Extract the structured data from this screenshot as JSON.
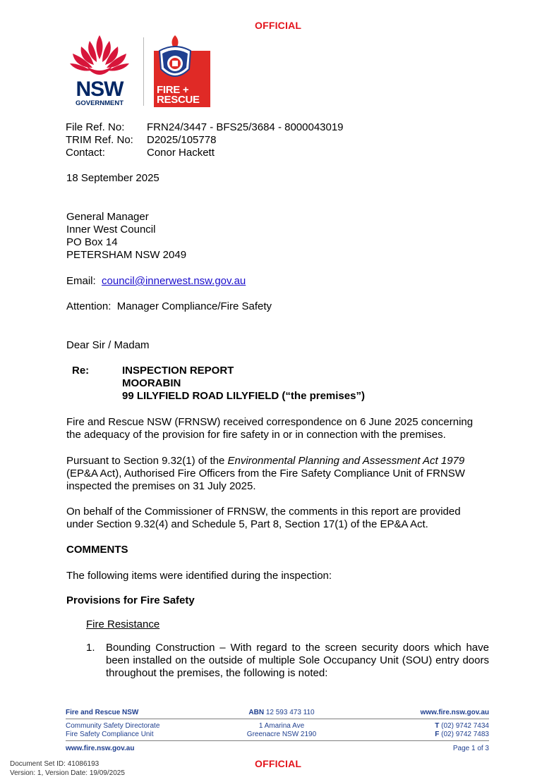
{
  "header": {
    "classification": "OFFICIAL",
    "logos": {
      "nsw_government": {
        "word": "NSW",
        "sub": "GOVERNMENT"
      },
      "fire_rescue": {
        "line1": "FIRE +",
        "line2": "RESCUE"
      }
    }
  },
  "references": [
    {
      "label": "File Ref. No:",
      "value": "FRN24/3447 - BFS25/3684 - 8000043019"
    },
    {
      "label": "TRIM Ref. No:",
      "value": "D2025/105778"
    },
    {
      "label": "Contact:",
      "value": "Conor Hackett"
    }
  ],
  "date": "18 September 2025",
  "recipient": {
    "lines": [
      "General Manager",
      "Inner West Council",
      "PO Box 14",
      "PETERSHAM NSW 2049"
    ],
    "email_label": "Email:",
    "email": "council@innerwest.nsw.gov.au",
    "attention_label": "Attention:",
    "attention": "Manager Compliance/Fire Safety"
  },
  "salutation": "Dear Sir / Madam",
  "re": {
    "label": "Re:",
    "lines": [
      "INSPECTION REPORT",
      "MOORABIN",
      "99 LILYFIELD ROAD LILYFIELD (“the premises”)"
    ]
  },
  "body": {
    "p1": [
      "Fire and Rescue NSW (FRNSW) received correspondence on 6 June 2025 concerning",
      "the adequacy of the provision for fire safety in or in connection with the premises."
    ],
    "p2": {
      "pre": "Pursuant to Section 9.32(1) of the ",
      "italic": "Environmental Planning and Assessment Act 1979",
      "line2": "(EP&A Act), Authorised Fire Officers from the Fire Safety Compliance Unit of FRNSW",
      "line3": "inspected the premises on 31 July 2025."
    },
    "p3": [
      "On behalf of the Commissioner of FRNSW, the comments in this report are provided",
      "under Section 9.32(4) and Schedule 5, Part 8, Section 17(1) of the EP&A Act."
    ],
    "comments_heading": "COMMENTS",
    "comments_intro": "The following items were identified during the inspection:",
    "provisions_heading": "Provisions for Fire Safety",
    "subheading": "Fire Resistance",
    "items": [
      {
        "number": "1.",
        "text": "Bounding Construction – With regard to the screen security doors which have been installed on the outside of multiple Sole Occupancy Unit (SOU) entry doors throughout the premises, the following is noted:"
      }
    ]
  },
  "footer": {
    "org": "Fire and Rescue NSW",
    "abn_label": "ABN",
    "abn": "12 593 473 110",
    "website_top": "www.fire.nsw.gov.au",
    "directorate": "Community Safety Directorate",
    "unit": "Fire Safety Compliance Unit",
    "address1": "1 Amarina Ave",
    "address2": "Greenacre  NSW  2190",
    "phone_label": "T",
    "phone": "(02) 9742 7434",
    "fax_label": "F",
    "fax": "(02) 9742 7483",
    "website_bottom": "www.fire.nsw.gov.au",
    "page": "Page 1 of 3",
    "classification": "OFFICIAL"
  },
  "document_meta": {
    "set_id": "Document Set ID: 41086193",
    "version": "Version: 1, Version Date: 19/09/2025"
  },
  "colors": {
    "classification_red": "#e3131b",
    "nsw_red": "#d7153a",
    "nsw_navy": "#002664",
    "fire_rescue_red": "#e02a26",
    "footer_blue": "#1f3f8f",
    "link_blue": "#1a0dcc"
  }
}
